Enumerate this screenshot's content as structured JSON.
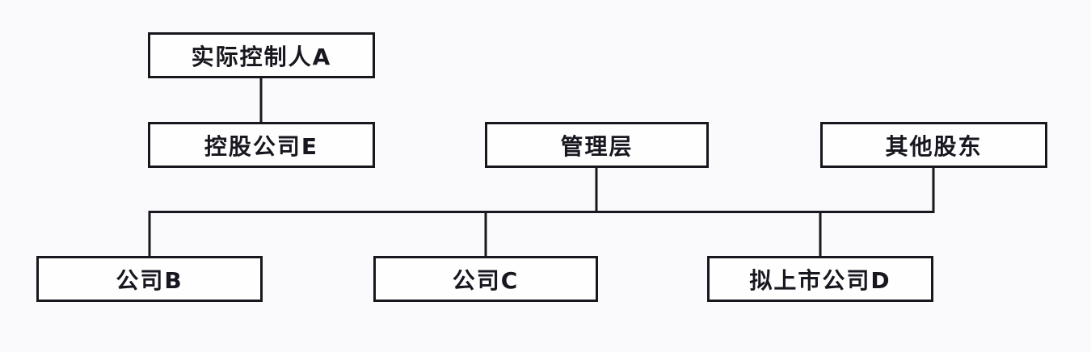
{
  "diagram": {
    "kind": "org-equity-structure-chart",
    "nodes": {
      "controller": {
        "label": "实际控制人A"
      },
      "holding": {
        "label": "控股公司E"
      },
      "management": {
        "label": "管理层"
      },
      "other_shareholders": {
        "label": "其他股东"
      },
      "company_b": {
        "label": "公司B"
      },
      "company_c": {
        "label": "公司C"
      },
      "listed_company_d": {
        "label": "拟上市公司D"
      }
    },
    "edges": [
      {
        "from": "controller",
        "to": "holding"
      },
      {
        "from": "management",
        "to": "bus"
      },
      {
        "from": "other_shareholders",
        "to": "bus"
      },
      {
        "from": "bus",
        "to": "company_b"
      },
      {
        "from": "bus",
        "to": "company_c"
      },
      {
        "from": "bus",
        "to": "listed_company_d"
      }
    ],
    "colors": {
      "background": "#fafafc",
      "box_fill": "#fefefe",
      "line": "#17171f",
      "text": "#17171f"
    }
  }
}
